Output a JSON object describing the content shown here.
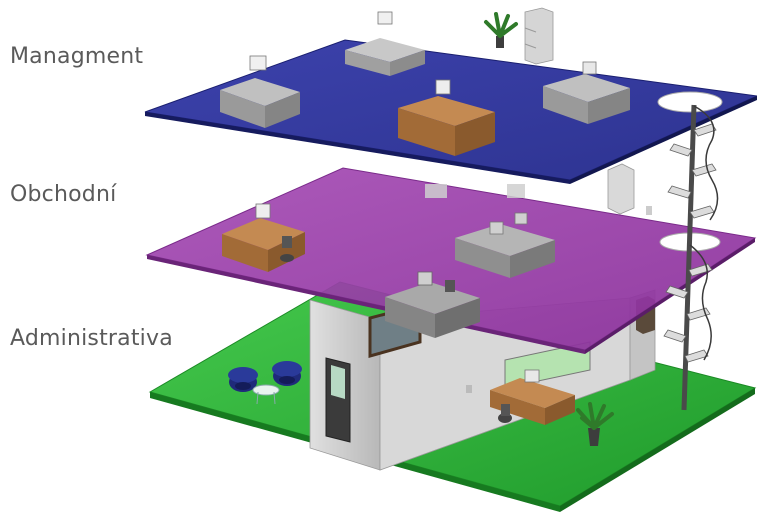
{
  "floors": {
    "top": {
      "label": "Managment",
      "color": "#2a2f9e"
    },
    "middle": {
      "label": "Obchodní",
      "color": "#9a3aa8"
    },
    "ground": {
      "label": "Administrativa",
      "color": "#2fb43a"
    }
  },
  "colors": {
    "desk_wood": "#b07844",
    "desk_grey": "#9a9a9a",
    "wall": "#cfcfcf",
    "stairs": "#4a4a4a",
    "plant": "#2f7a2a",
    "chair_blue": "#1f2a7a"
  }
}
